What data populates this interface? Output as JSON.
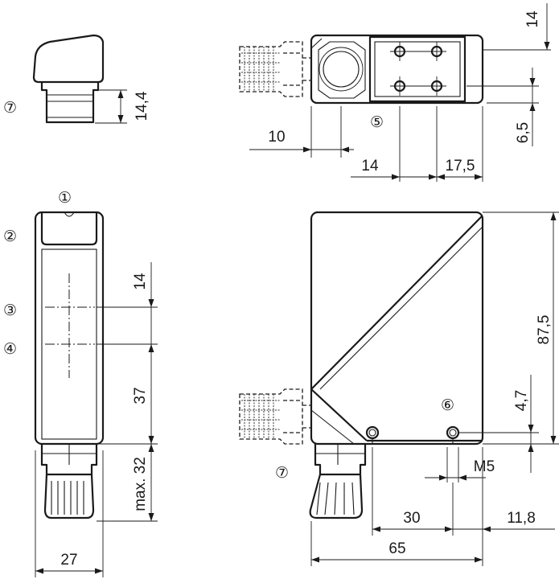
{
  "dimensions": {
    "connector_height": "14,4",
    "top_offset_14": "14",
    "top_offset_6_5": "6,5",
    "connector_offset_10": "10",
    "hole_offset_14": "14",
    "hole_spacing_17_5": "17,5",
    "front_14": "14",
    "front_37": "37",
    "front_max32": "max. 32",
    "width_27": "27",
    "height_87_5": "87,5",
    "hole_height_4_7": "4,7",
    "thread_m5": "M5",
    "hole_spacing_30": "30",
    "hole_edge_11_8": "11,8",
    "length_65": "65"
  },
  "callouts": {
    "c1": "①",
    "c2": "②",
    "c3": "③",
    "c4": "④",
    "c5": "⑤",
    "c6": "⑥",
    "c7_top": "⑦",
    "c7_side": "⑦"
  }
}
